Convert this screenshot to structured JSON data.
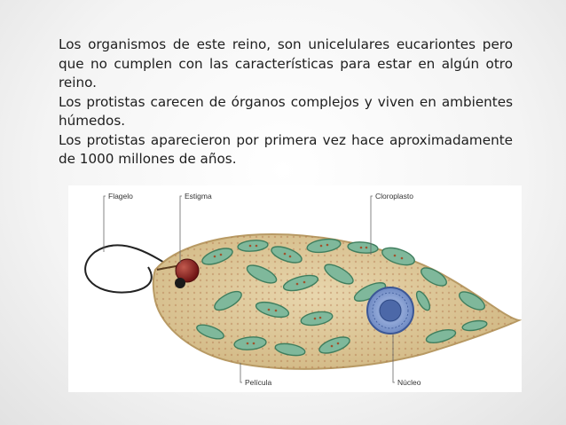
{
  "paragraphs": [
    "Los organismos de este reino, son unicelulares eucariontes pero que no cumplen con las características para estar en algún otro reino.",
    "Los protistas carecen de órganos complejos y viven en ambientes húmedos.",
    "Los protistas aparecieron por primera vez hace aproximadamente de 1000 millones de años."
  ],
  "figure": {
    "labels": {
      "flagelo": "Flagelo",
      "estigma": "Estigma",
      "cloroplasto": "Cloroplasto",
      "pelicula": "Película",
      "nucleo": "Núcleo"
    },
    "colors": {
      "cell_body": "#dcc79b",
      "cell_outline": "#b89a64",
      "chloroplast": "#7fb89b",
      "nucleus": "#7a93c8",
      "stigma": "#8e1e1e"
    }
  }
}
